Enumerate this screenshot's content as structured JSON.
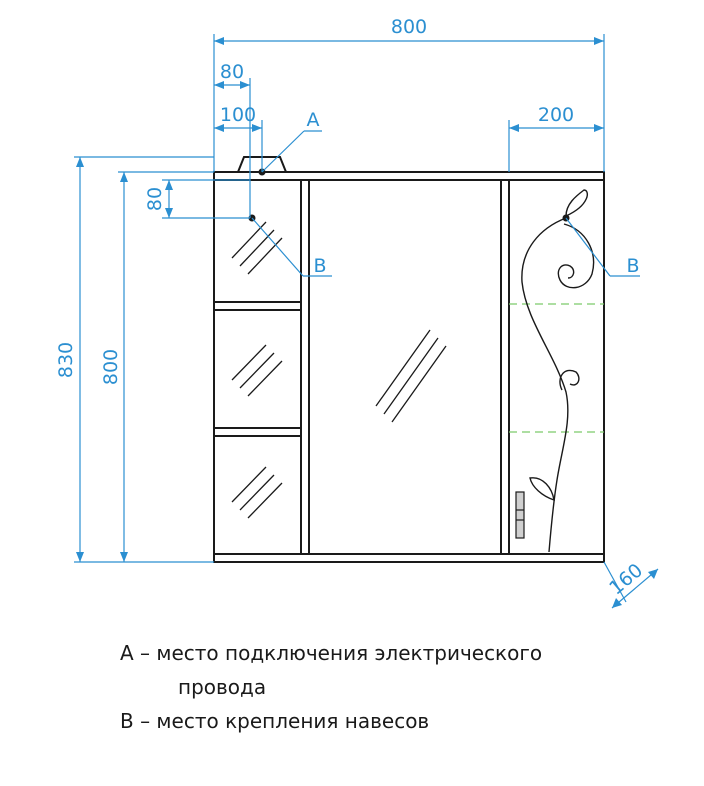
{
  "dimensions": {
    "overall_width": "800",
    "left_offset_80": "80",
    "left_offset_100": "100",
    "right_section_width": "200",
    "total_height": "830",
    "body_height": "800",
    "vertical_80": "80",
    "depth": "160"
  },
  "markers": {
    "a": "A",
    "b_left": "B",
    "b_right": "B"
  },
  "legend": {
    "a_line1": "A – место подключения электрического",
    "a_line2": "провода",
    "b_line": "B – место крепления навесов"
  },
  "colors": {
    "dimension": "#2b8fd1",
    "outline": "#1a1a1a",
    "shelf_dashed": "#7cc96a"
  }
}
